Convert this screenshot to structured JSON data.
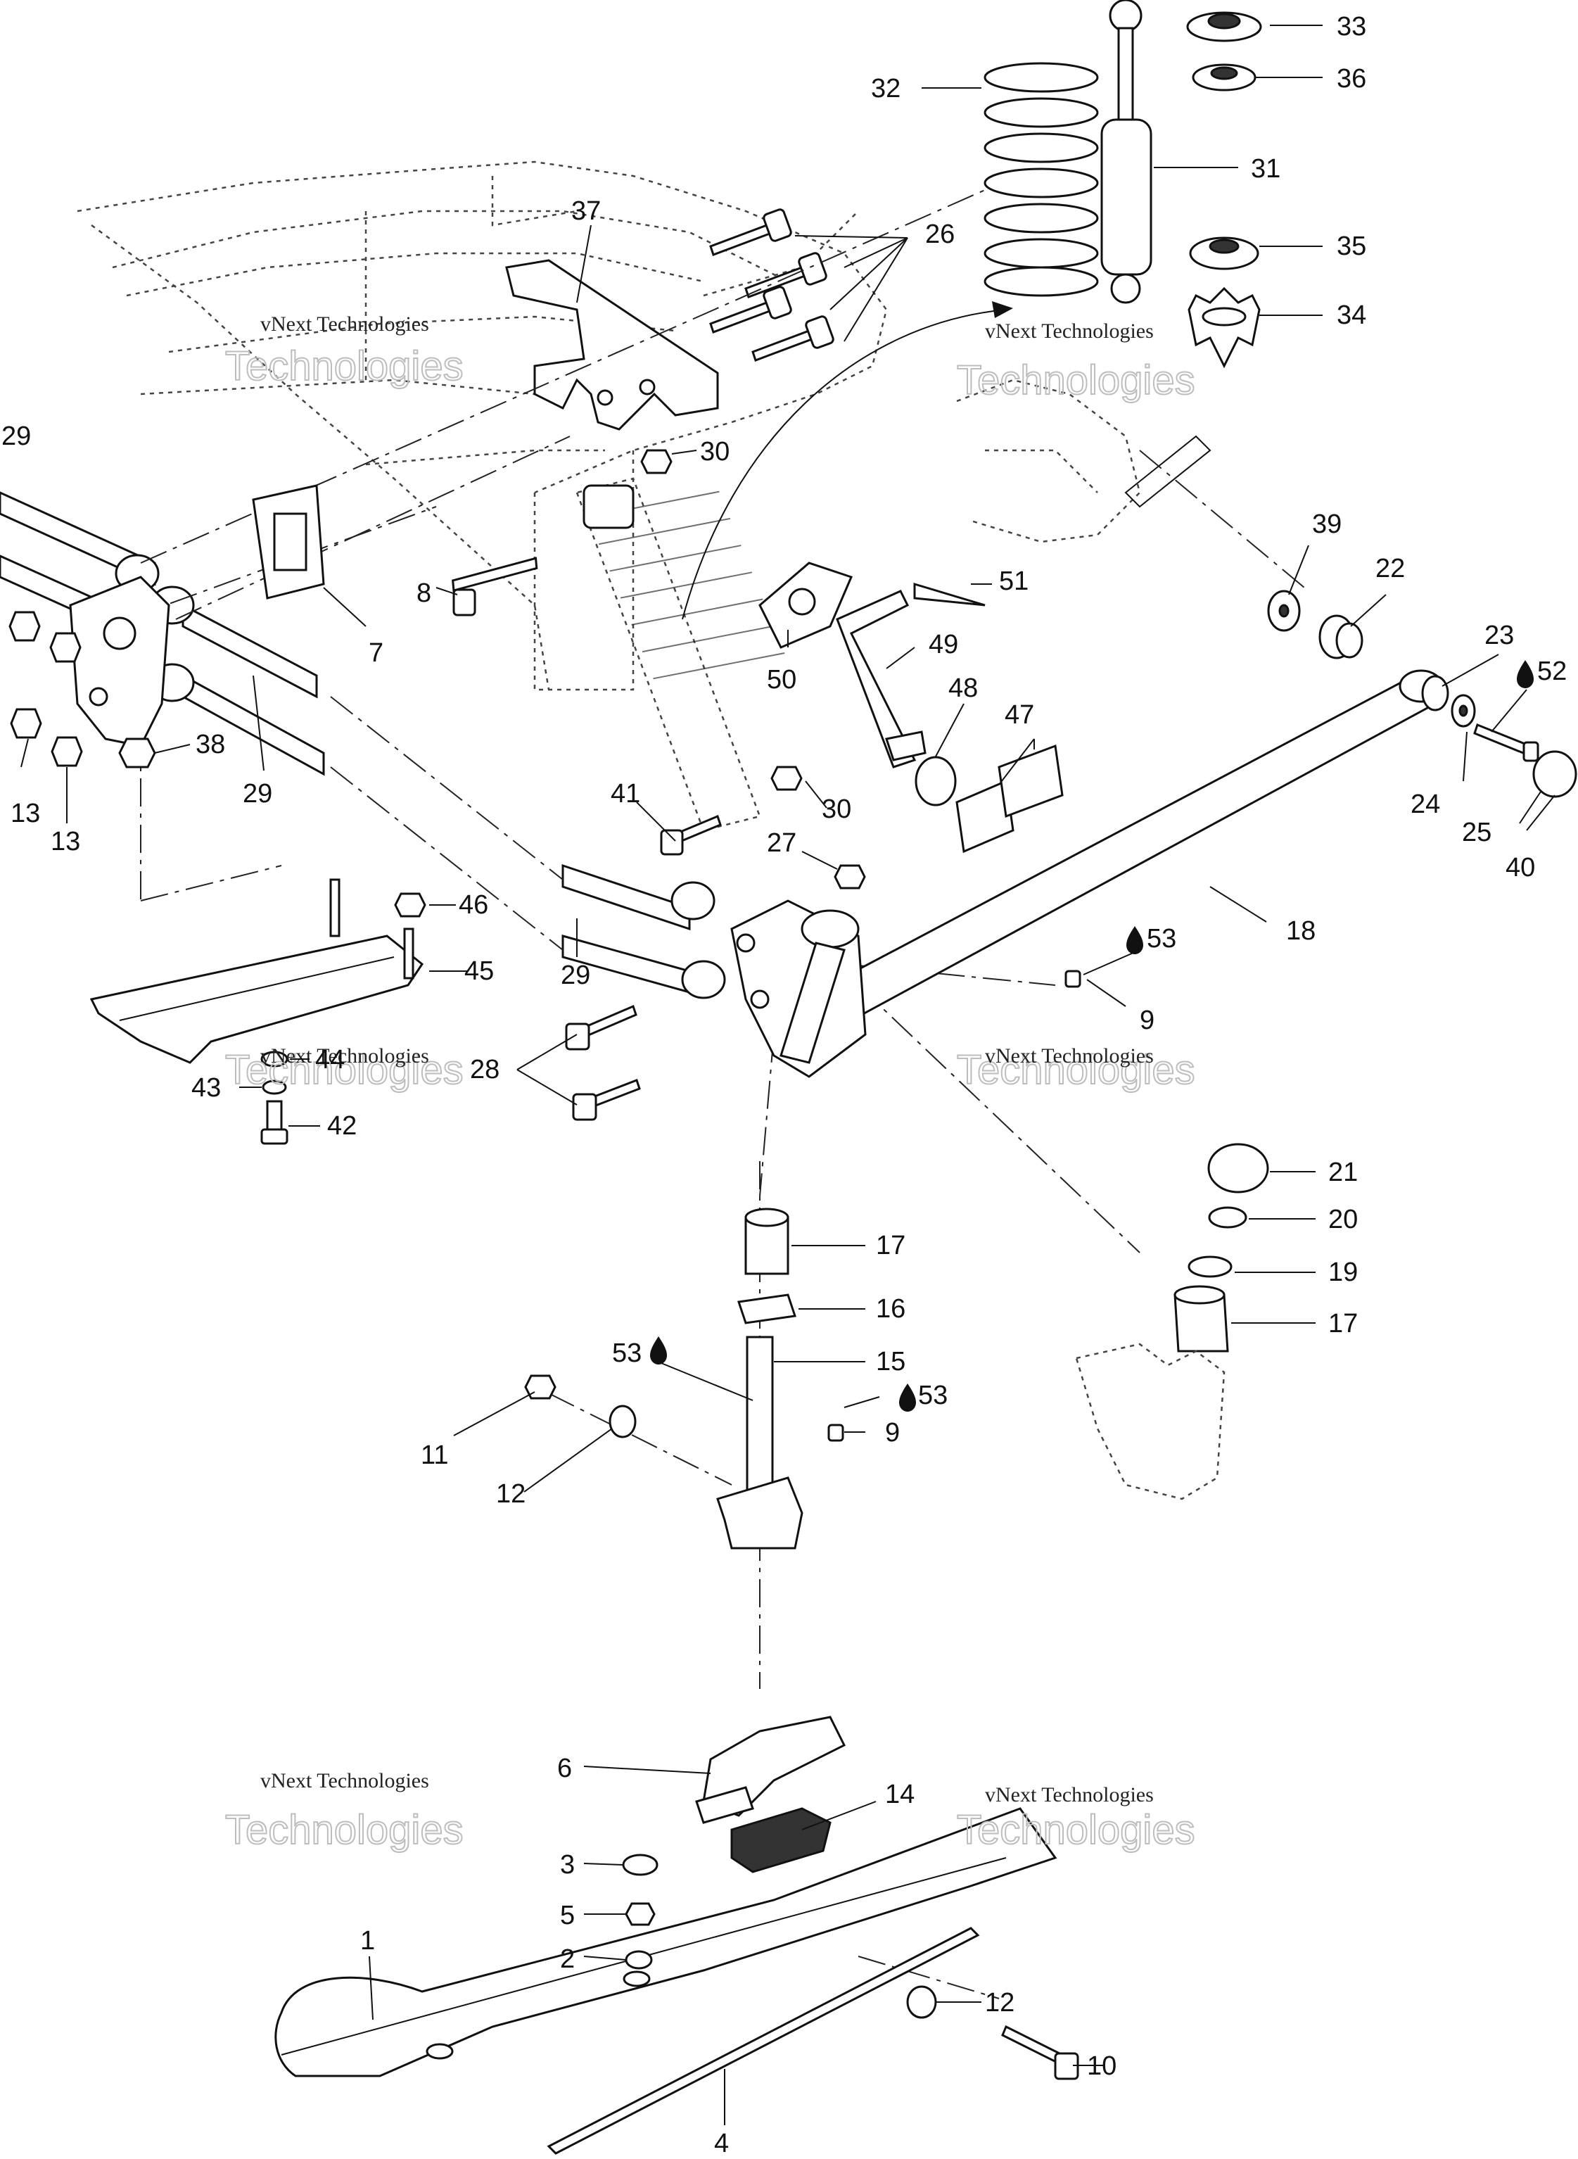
{
  "watermark": {
    "line1": "vNext Technologies",
    "line2": "Technologies"
  },
  "drop_icon": "oil-drop-icon",
  "callouts": [
    {
      "id": "c33",
      "text": "33"
    },
    {
      "id": "c36",
      "text": "36"
    },
    {
      "id": "c32",
      "text": "32"
    },
    {
      "id": "c31",
      "text": "31"
    },
    {
      "id": "c37",
      "text": "37"
    },
    {
      "id": "c26",
      "text": "26"
    },
    {
      "id": "c35",
      "text": "35"
    },
    {
      "id": "c34",
      "text": "34"
    },
    {
      "id": "c29a",
      "text": "29"
    },
    {
      "id": "c30a",
      "text": "30"
    },
    {
      "id": "c39",
      "text": "39"
    },
    {
      "id": "c22",
      "text": "22"
    },
    {
      "id": "c51",
      "text": "51"
    },
    {
      "id": "c8",
      "text": "8"
    },
    {
      "id": "c7",
      "text": "7"
    },
    {
      "id": "c23",
      "text": "23"
    },
    {
      "id": "c49",
      "text": "49"
    },
    {
      "id": "c52",
      "text": "52"
    },
    {
      "id": "c50",
      "text": "50"
    },
    {
      "id": "c48",
      "text": "48"
    },
    {
      "id": "c47",
      "text": "47"
    },
    {
      "id": "c38",
      "text": "38"
    },
    {
      "id": "c24",
      "text": "24"
    },
    {
      "id": "c13a",
      "text": "13"
    },
    {
      "id": "c13b",
      "text": "13"
    },
    {
      "id": "c29b",
      "text": "29"
    },
    {
      "id": "c41",
      "text": "41"
    },
    {
      "id": "c30b",
      "text": "30"
    },
    {
      "id": "c25",
      "text": "25"
    },
    {
      "id": "c27",
      "text": "27"
    },
    {
      "id": "c40",
      "text": "40"
    },
    {
      "id": "c46",
      "text": "46"
    },
    {
      "id": "c53a",
      "text": "53"
    },
    {
      "id": "c18",
      "text": "18"
    },
    {
      "id": "c45",
      "text": "45"
    },
    {
      "id": "c29c",
      "text": "29"
    },
    {
      "id": "c9a",
      "text": "9"
    },
    {
      "id": "c44",
      "text": "44"
    },
    {
      "id": "c43",
      "text": "43"
    },
    {
      "id": "c28",
      "text": "28"
    },
    {
      "id": "c42",
      "text": "42"
    },
    {
      "id": "c21",
      "text": "21"
    },
    {
      "id": "c20",
      "text": "20"
    },
    {
      "id": "c17a",
      "text": "17"
    },
    {
      "id": "c19",
      "text": "19"
    },
    {
      "id": "c16",
      "text": "16"
    },
    {
      "id": "c17b",
      "text": "17"
    },
    {
      "id": "c53b",
      "text": "53"
    },
    {
      "id": "c15",
      "text": "15"
    },
    {
      "id": "c53c",
      "text": "53"
    },
    {
      "id": "c11",
      "text": "11"
    },
    {
      "id": "c9b",
      "text": "9"
    },
    {
      "id": "c12a",
      "text": "12"
    },
    {
      "id": "c6",
      "text": "6"
    },
    {
      "id": "c14",
      "text": "14"
    },
    {
      "id": "c3",
      "text": "3"
    },
    {
      "id": "c5",
      "text": "5"
    },
    {
      "id": "c2",
      "text": "2"
    },
    {
      "id": "c1",
      "text": "1"
    },
    {
      "id": "c12b",
      "text": "12"
    },
    {
      "id": "c10",
      "text": "10"
    },
    {
      "id": "c4",
      "text": "4"
    }
  ]
}
